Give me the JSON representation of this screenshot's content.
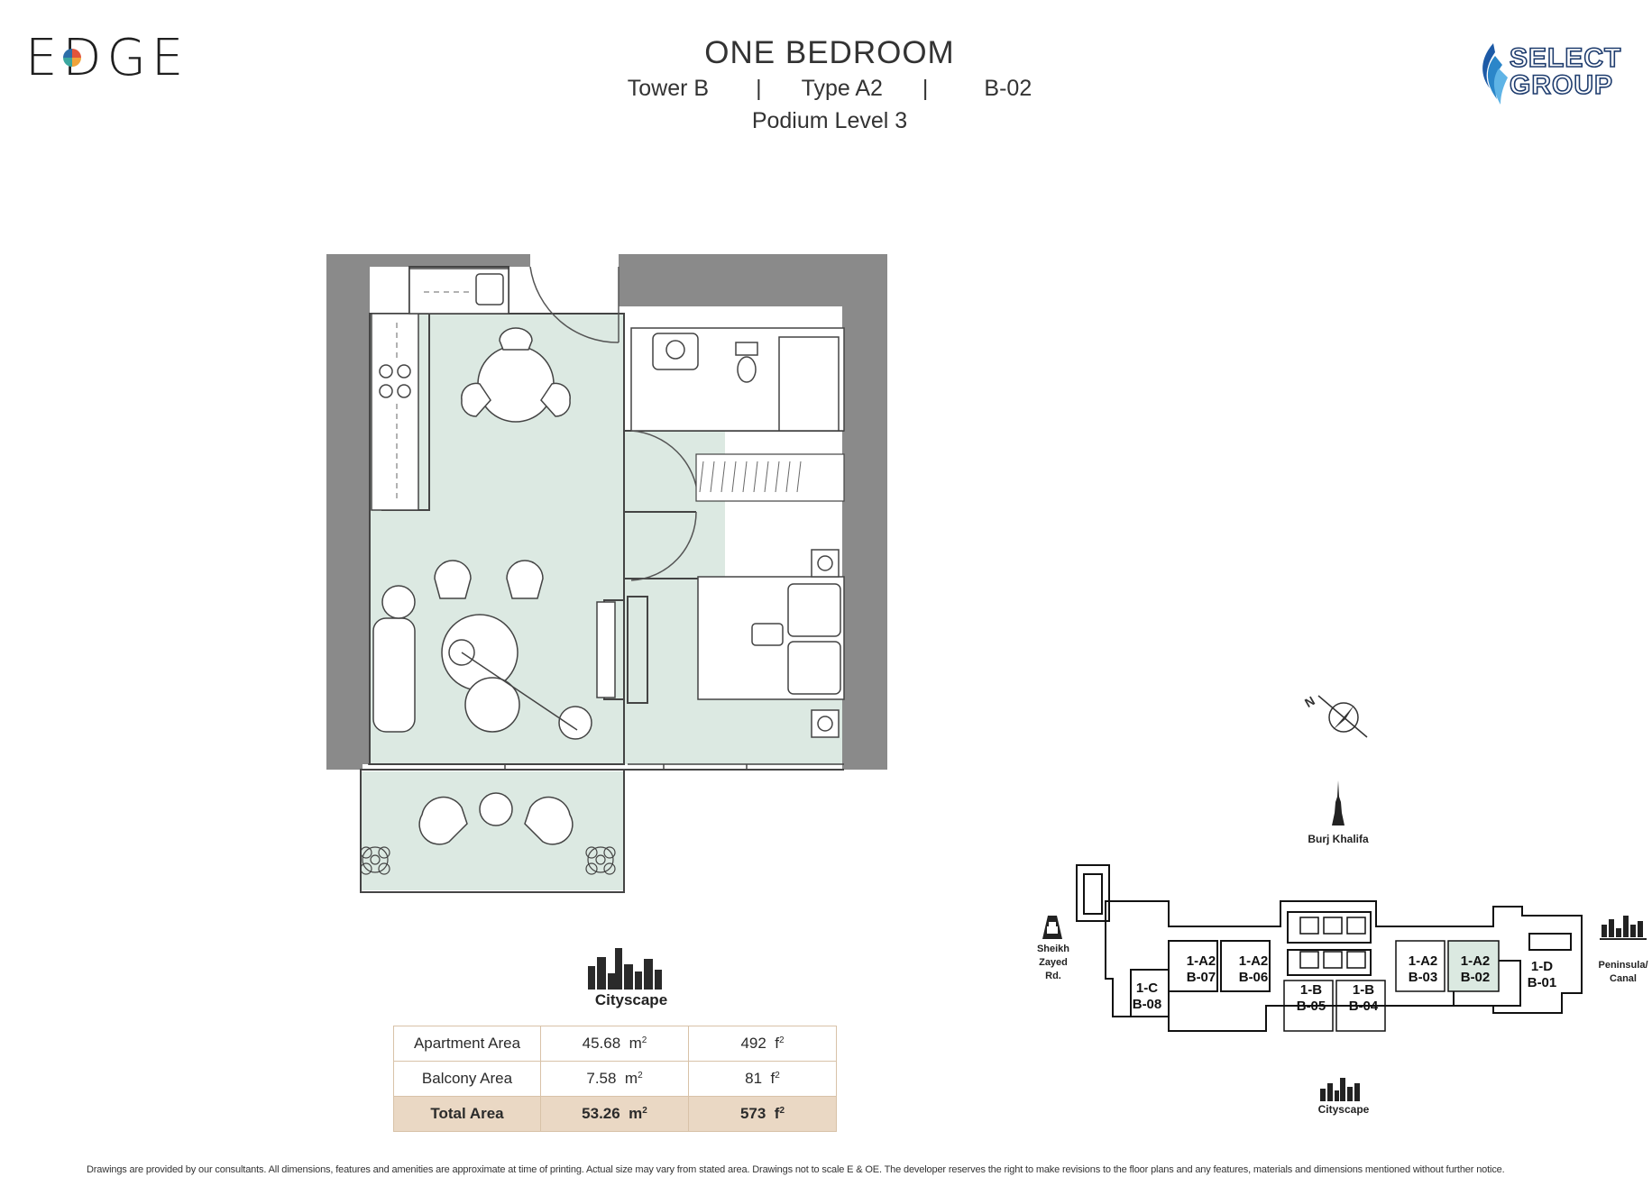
{
  "brand": {
    "left_logo": "EDGE",
    "right_logo_line1": "SELECT",
    "right_logo_line2": "GROUP"
  },
  "header": {
    "title": "ONE BEDROOM",
    "tower": "Tower B",
    "type": "Type A2",
    "unit": "B-02",
    "separator": "|",
    "level": "Podium Level 3"
  },
  "cityscape_label": "Cityscape",
  "area_table": {
    "rows": [
      {
        "label": "Apartment Area",
        "sqm": "45.68",
        "sqm_unit": "m",
        "sqft": "492",
        "sqft_unit": "f"
      },
      {
        "label": "Balcony Area",
        "sqm": "7.58",
        "sqm_unit": "m",
        "sqft": "81",
        "sqft_unit": "f"
      },
      {
        "label": "Total Area",
        "sqm": "53.26",
        "sqm_unit": "m",
        "sqft": "573",
        "sqft_unit": "f"
      }
    ],
    "superscript": "2"
  },
  "key_plan": {
    "burj": "Burj Khalifa",
    "sheikh_line1": "Sheikh",
    "sheikh_line2": "Zayed",
    "sheikh_line3": "Rd.",
    "peninsula_line1": "Peninsula/",
    "peninsula_line2": "Canal",
    "cityscape": "Cityscape",
    "north": "N",
    "units": [
      {
        "type": "1-A2",
        "code": "B-07"
      },
      {
        "type": "1-A2",
        "code": "B-06"
      },
      {
        "type": "1-C",
        "code": "B-08"
      },
      {
        "type": "1-B",
        "code": "B-05"
      },
      {
        "type": "1-B",
        "code": "B-04"
      },
      {
        "type": "1-A2",
        "code": "B-03"
      },
      {
        "type": "1-A2",
        "code": "B-02"
      },
      {
        "type": "1-D",
        "code": "B-01"
      }
    ],
    "highlight_color": "#dbe9e1"
  },
  "colors": {
    "floor_fill": "#dce9e2",
    "wall": "#8a8a8a",
    "table_border": "#d8c2a8",
    "total_row": "#ead8c4"
  },
  "disclaimer": "Drawings are provided by our consultants. All dimensions, features and amenities are approximate at time of printing.  Actual size may vary from stated area. Drawings not to scale E & OE. The developer reserves the right to make revisions to the floor plans and any features, materials and dimensions mentioned without further notice."
}
